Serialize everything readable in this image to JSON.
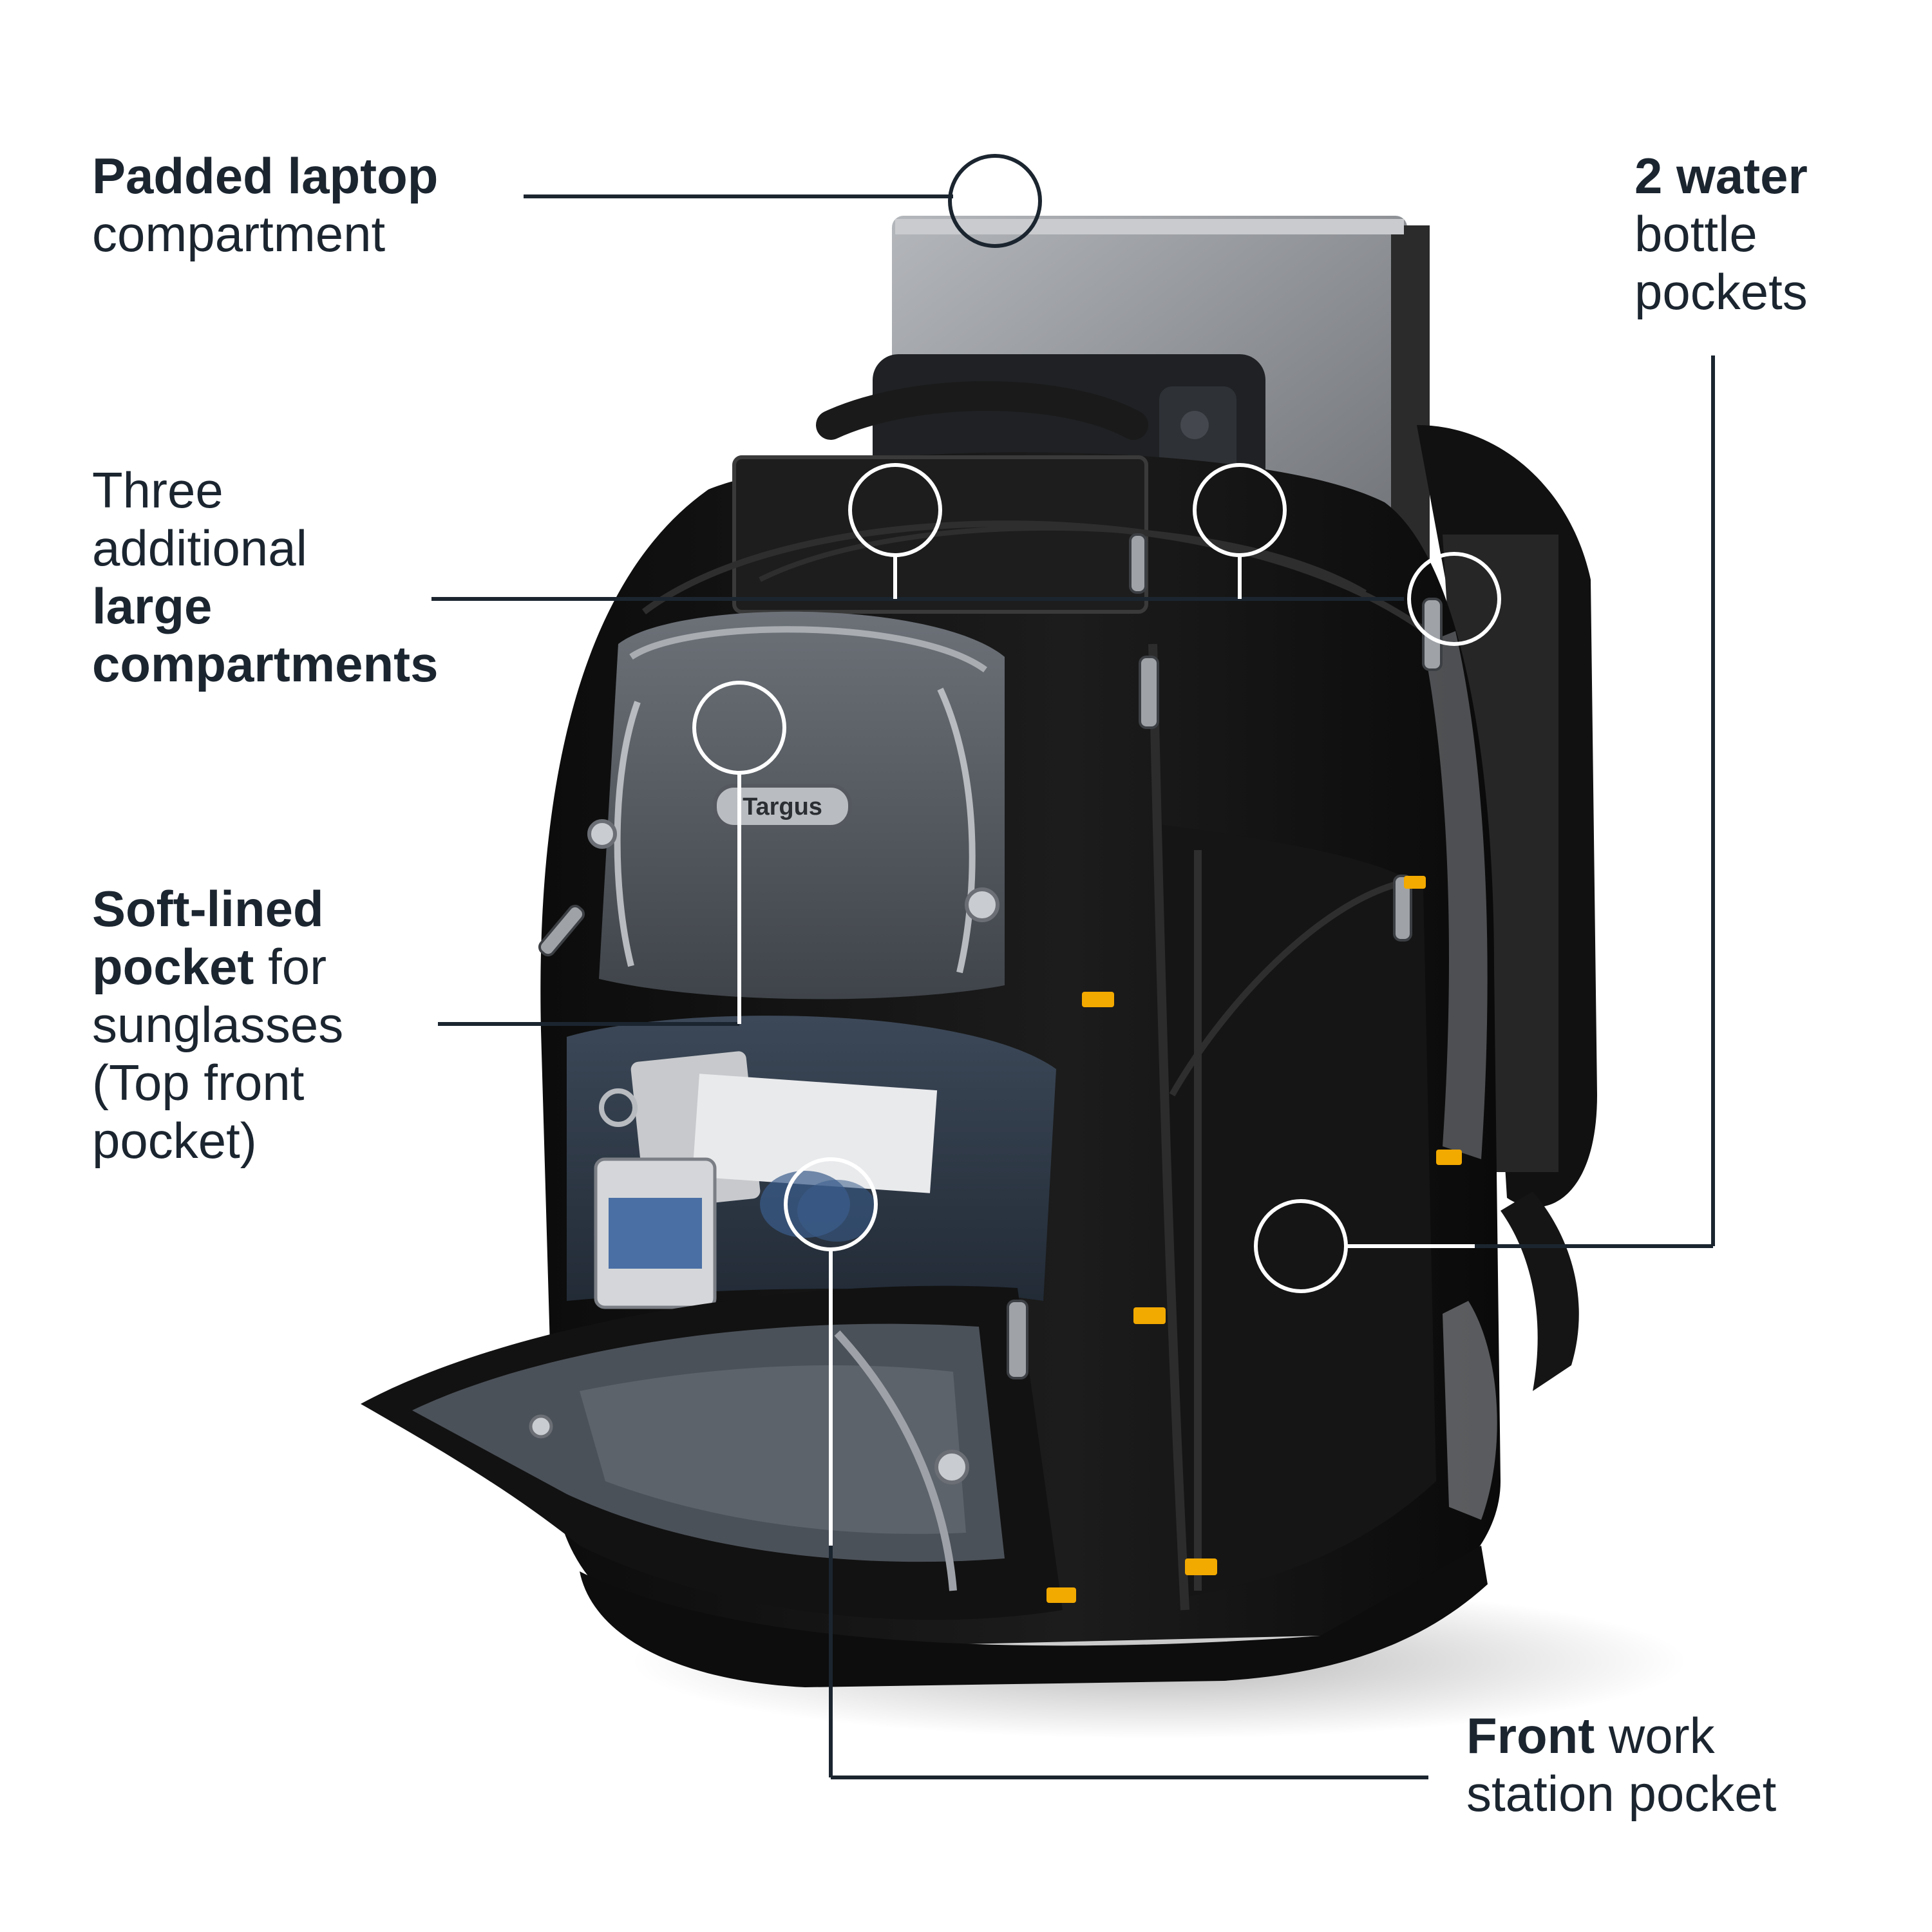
{
  "callouts": {
    "laptop": {
      "bold": "Padded laptop",
      "normal": "compartment"
    },
    "compartments": {
      "line1": "Three",
      "line2": "additional",
      "bold1": "large",
      "bold2": "compartments"
    },
    "sunglasses": {
      "bold1": "Soft-lined",
      "bold2": "pocket",
      "rest2": " for",
      "line3": "sunglasses",
      "line4": "(Top front",
      "line5": "pocket)"
    },
    "water": {
      "bold": "2 water",
      "line2": "bottle",
      "line3": "pockets"
    },
    "workstation": {
      "bold": "Front",
      "rest1": " work",
      "line2": "station pocket"
    }
  },
  "brand_logo": "Targus",
  "colors": {
    "text": "#1b2530",
    "callout_line": "#1b2530",
    "bag_black": "#141414",
    "bag_gray": "#5a5f66",
    "accent_yellow": "#f2a900",
    "laptop": "#8e9196"
  }
}
